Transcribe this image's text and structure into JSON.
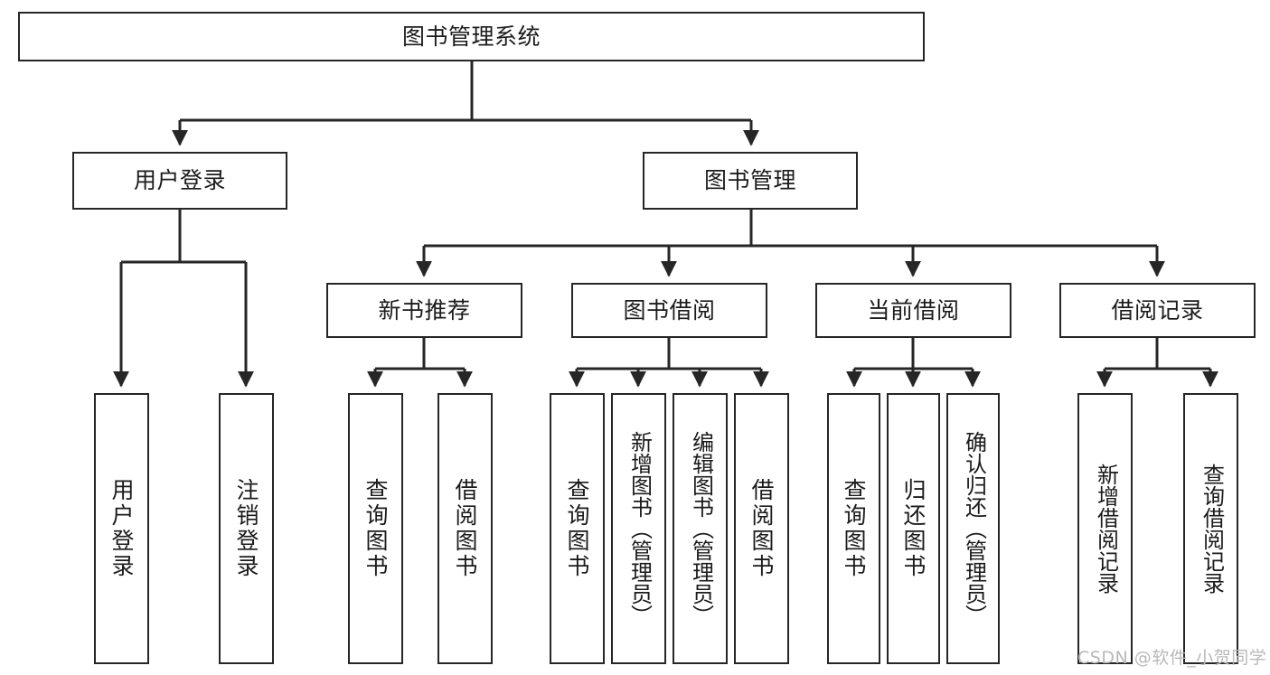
{
  "diagram": {
    "title": "图书管理系统",
    "type": "hierarchy-tree",
    "colors": {
      "stroke": "#262626",
      "fill": "#ffffff",
      "text": "#1b1b1b",
      "watermark": "#b9b9b9"
    },
    "root": {
      "label": "图书管理系统"
    },
    "level2": [
      {
        "label": "用户登录"
      },
      {
        "label": "图书管理"
      }
    ],
    "level3": [
      {
        "label": "新书推荐"
      },
      {
        "label": "图书借阅"
      },
      {
        "label": "当前借阅"
      },
      {
        "label": "借阅记录"
      }
    ],
    "leaves": {
      "user_login": [
        {
          "label": "用户登录"
        },
        {
          "label": "注销登录"
        }
      ],
      "new_book": [
        {
          "label": "查询图书"
        },
        {
          "label": "借阅图书"
        }
      ],
      "book_borrow": [
        {
          "label": "查询图书"
        },
        {
          "label": "新增图书（管理员）"
        },
        {
          "label": "编辑图书（管理员）"
        },
        {
          "label": "借阅图书"
        }
      ],
      "current_borrow": [
        {
          "label": "查询图书"
        },
        {
          "label": "归还图书"
        },
        {
          "label": "确认归还（管理员）"
        }
      ],
      "borrow_record": [
        {
          "label": "新增借阅记录"
        },
        {
          "label": "查询借阅记录"
        }
      ]
    },
    "watermark": "CSDN @软件_小贺同学"
  }
}
